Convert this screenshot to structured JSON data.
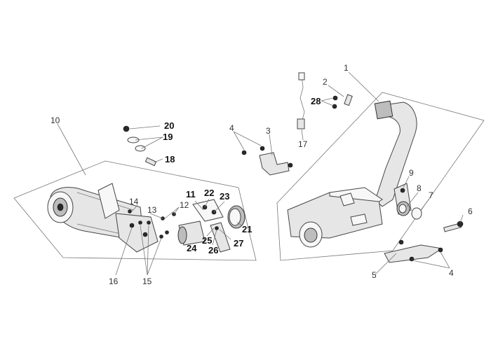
{
  "colors": {
    "background": "#ffffff",
    "line": "#777777",
    "part_fill": "#e6e6e6",
    "part_dark": "#bdbdbd"
  },
  "callouts": {
    "c1": "1",
    "c2": "2",
    "c3": "3",
    "c4a": "4",
    "c4b": "4",
    "c5": "5",
    "c6": "6",
    "c7": "7",
    "c8": "8",
    "c9": "9",
    "c10": "10",
    "c11": "11",
    "c12": "12",
    "c13": "13",
    "c14": "14",
    "c15": "15",
    "c16": "16",
    "c17": "17",
    "c18": "18",
    "c19": "19",
    "c20": "20",
    "c21": "21",
    "c22": "22",
    "c23": "23",
    "c24": "24",
    "c25": "25",
    "c26": "26",
    "c27": "27",
    "c28": "28"
  }
}
